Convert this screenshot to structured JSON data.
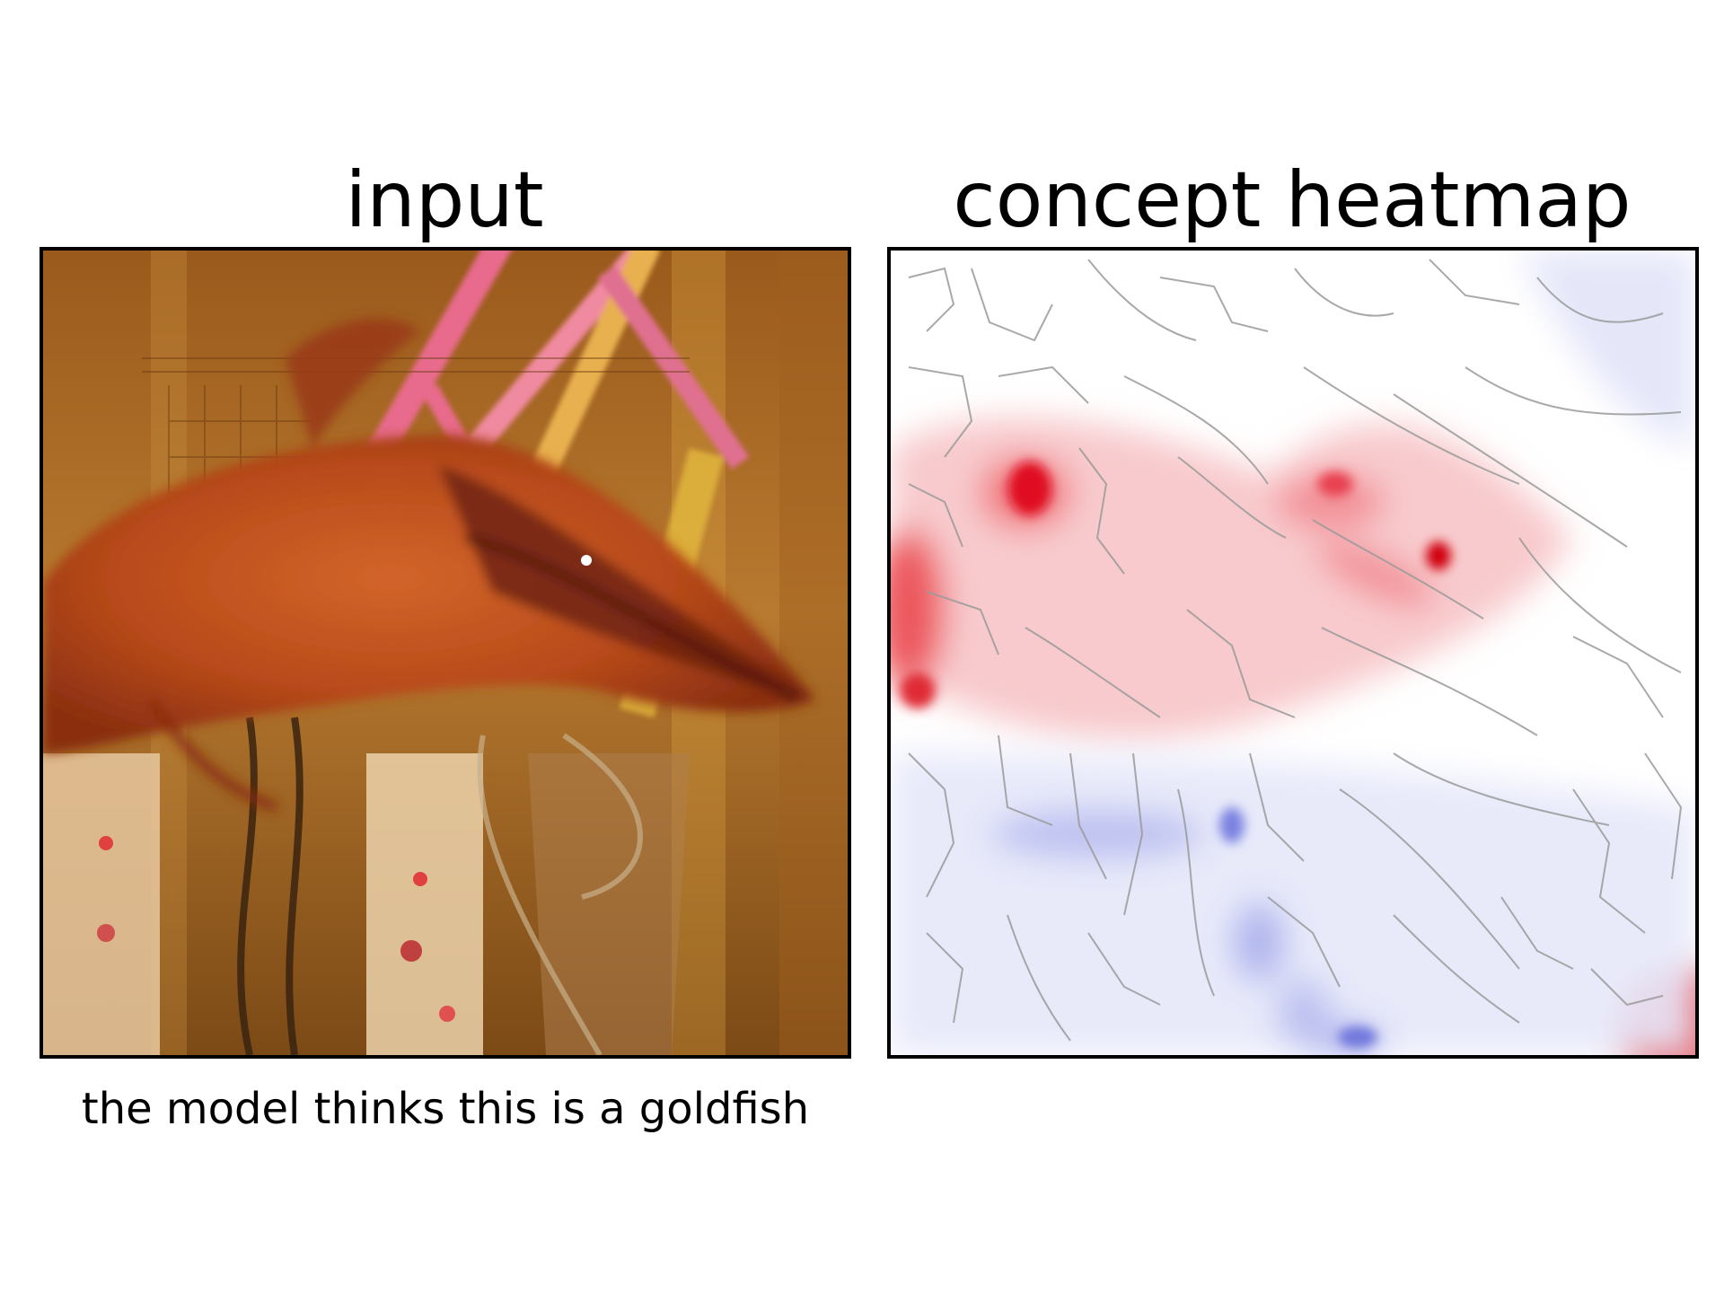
{
  "panels": {
    "input": {
      "title": "input"
    },
    "heatmap": {
      "title": "concept heatmap"
    }
  },
  "caption": "the model thinks this is a goldfish",
  "colors": {
    "positive": "#e0101a",
    "negative": "#4b55d6",
    "neutral": "#ffffff",
    "edges": "#9a9a9a",
    "photo_base": "#8a4c16",
    "fish": "#c0531c"
  }
}
